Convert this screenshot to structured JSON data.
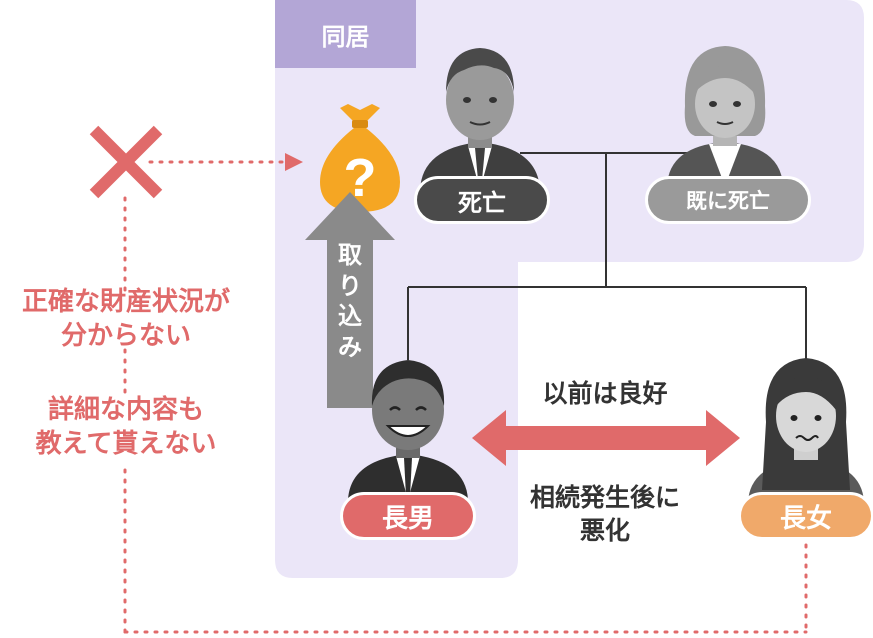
{
  "cohabitation": {
    "label": "同居"
  },
  "people": {
    "deceased_father": {
      "status": "死亡"
    },
    "deceased_mother": {
      "status": "既に死亡"
    },
    "eldest_son": {
      "role": "長男"
    },
    "eldest_daughter": {
      "role": "長女"
    }
  },
  "money_bag": {
    "symbol": "?"
  },
  "appropriation_arrow": {
    "chars": [
      "取",
      "り",
      "込",
      "み"
    ]
  },
  "relationship": {
    "before": "以前は良好",
    "after_line1": "相続発生後に",
    "after_line2": "悪化"
  },
  "problems": {
    "line1": "正確な財産状況が",
    "line2": "分からない",
    "line3": "詳細な内容も",
    "line4": "教えて貰えない"
  },
  "colors": {
    "cohab_bg": "#ebe6f8",
    "cohab_tag": "#b3a6d6",
    "red": "#e06a6a",
    "orange": "#f0a96a",
    "dark_pill": "#4a4a4a",
    "light_pill": "#9a9a9a",
    "bag": "#f5a623",
    "arrow_gray": "#8a8a8a"
  }
}
